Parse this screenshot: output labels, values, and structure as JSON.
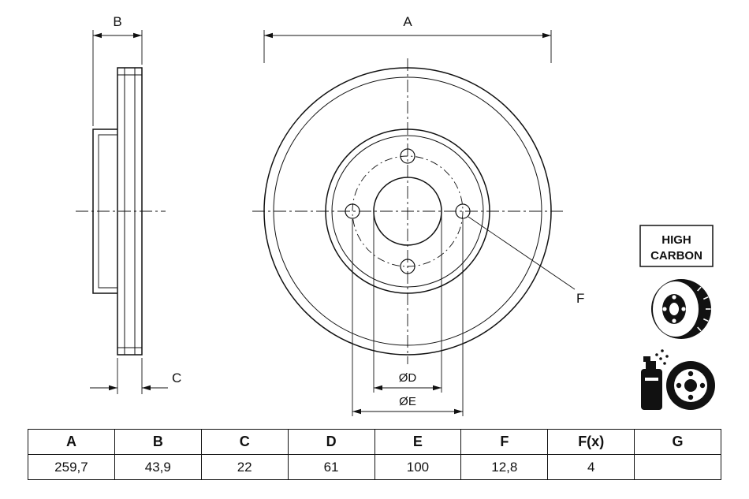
{
  "drawing": {
    "dimension_labels": {
      "a": "A",
      "b": "B",
      "c": "C",
      "d": "ØD",
      "e": "ØE",
      "f": "F"
    },
    "badge": {
      "line1": "HIGH",
      "line2": "CARBON"
    },
    "icons": [
      "brake-disc-icon",
      "coating-spray-icon"
    ],
    "colors": {
      "line": "#111111",
      "background": "#ffffff"
    }
  },
  "table": {
    "headers": [
      "A",
      "B",
      "C",
      "D",
      "E",
      "F",
      "F(x)",
      "G"
    ],
    "values": [
      "259,7",
      "43,9",
      "22",
      "61",
      "100",
      "12,8",
      "4",
      ""
    ]
  }
}
